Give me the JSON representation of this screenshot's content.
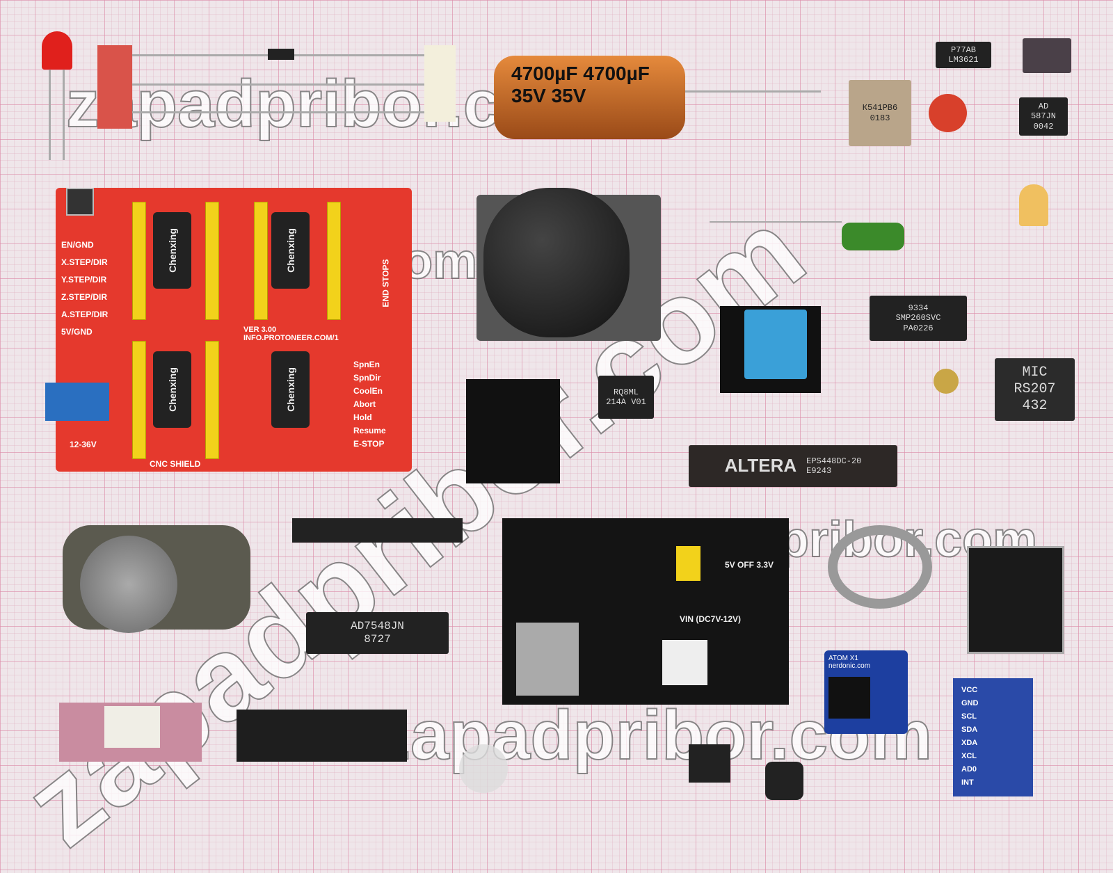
{
  "watermark": "zapadpribor.com",
  "capacitor_label": "4700µF 4700µF",
  "capacitor_voltage": "35V 35V",
  "cnc_shield": {
    "title": "CNC SHIELD",
    "version": "VER 3.00",
    "url": "INFO.PROTONEER.COM/1",
    "voltage": "12-36V",
    "brand": "Chenxing",
    "rows": [
      "EN/GND",
      "X.STEP/DIR",
      "Y.STEP/DIR",
      "Z.STEP/DIR",
      "A.STEP/DIR",
      "5V/GND"
    ],
    "right_labels": [
      "END STOPS",
      "SpnEn",
      "SpnDir",
      "CoolEn",
      "Abort",
      "Hold",
      "Resume",
      "E-STOP"
    ]
  },
  "altera": {
    "brand": "ALTERA",
    "part": "EPS448DC-20",
    "code": "E9243"
  },
  "ad7548": {
    "part": "AD7548JN",
    "code": "8727"
  },
  "bridge": {
    "brand": "MIC",
    "part": "RS207",
    "code": "432"
  },
  "smp": {
    "line1": "9334",
    "line2": "SMP260SVC",
    "line3": "PA0226"
  },
  "ic_top": {
    "line1": "P77AB",
    "line2": "LM3621"
  },
  "ad_chip": {
    "line1": "AD",
    "line2": "587JN",
    "line3": "0042"
  },
  "relay": {
    "line1": "К541РВ6",
    "line2": "0183"
  },
  "power_module": {
    "vin": "VIN (DC7V-12V)",
    "options": "5V OFF 3.3V"
  },
  "atom": {
    "title": "ATOM X1",
    "site": "nerdonic.com"
  },
  "imu": {
    "pins": [
      "VCC",
      "GND",
      "SCL",
      "SDA",
      "XDA",
      "XCL",
      "AD0",
      "INT"
    ]
  },
  "qfn": {
    "line1": "RQ8ML",
    "line2": "214A V01"
  }
}
